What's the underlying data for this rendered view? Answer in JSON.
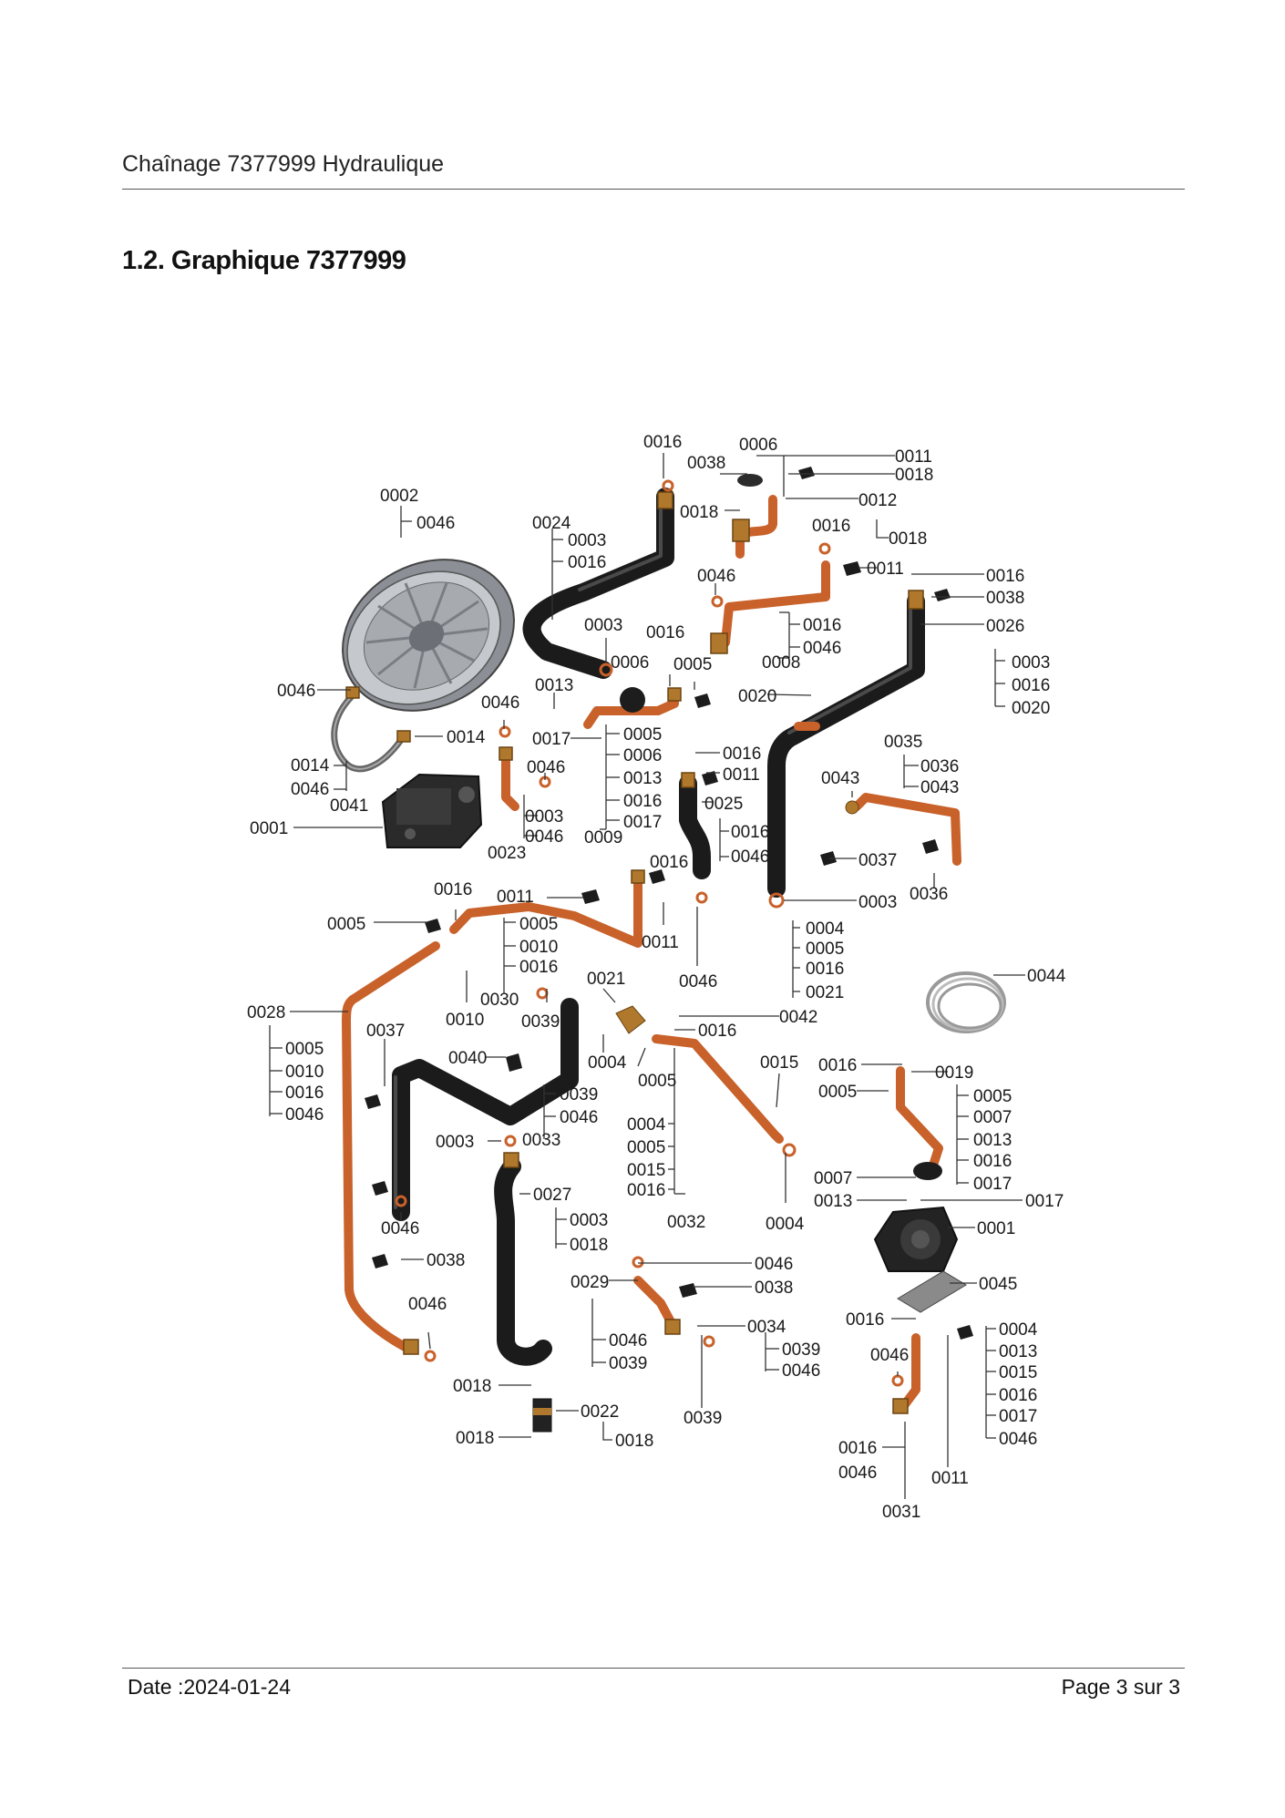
{
  "header": {
    "title": "Chaînage 7377999 Hydraulique"
  },
  "section": {
    "title": "1.2. Graphique 7377999"
  },
  "footer": {
    "date": "Date :2024-01-24",
    "page": "Page 3 sur  3"
  },
  "diagram": {
    "labels": [
      "0016",
      "0006",
      "0038",
      "0018",
      "0011",
      "0012",
      "0018",
      "0018",
      "0016",
      "0011",
      "0016",
      "0038",
      "0026",
      "0003",
      "0016",
      "0020",
      "0002",
      "0046",
      "0024",
      "0003",
      "0016",
      "0046",
      "0016",
      "0046",
      "0008",
      "0003",
      "0006",
      "0016",
      "0005",
      "0020",
      "0013",
      "0046",
      "0046",
      "0014",
      "0017",
      "0005",
      "0006",
      "0013",
      "0016",
      "0017",
      "0009",
      "0016",
      "0011",
      "0025",
      "0016",
      "0046",
      "0014",
      "0046",
      "0041",
      "0046",
      "0003",
      "0046",
      "0023",
      "0001",
      "0035",
      "0036",
      "0043",
      "0043",
      "0037",
      "0036",
      "0003",
      "0016",
      "0005",
      "0011",
      "0005",
      "0010",
      "0016",
      "0030",
      "0010",
      "0039",
      "0016",
      "0011",
      "0046",
      "0004",
      "0005",
      "0016",
      "0021",
      "0042",
      "0044",
      "0028",
      "0005",
      "0010",
      "0016",
      "0046",
      "0037",
      "0040",
      "0021",
      "0004",
      "0016",
      "0005",
      "0015",
      "0016",
      "0019",
      "0005",
      "0039",
      "0046",
      "0033",
      "0003",
      "0004",
      "0005",
      "0015",
      "0016",
      "0032",
      "0004",
      "0005",
      "0007",
      "0013",
      "0016",
      "0017",
      "0007",
      "0013",
      "0017",
      "0001",
      "0046",
      "0027",
      "0003",
      "0018",
      "0038",
      "0046",
      "0046",
      "0029",
      "0038",
      "0045",
      "0016",
      "0034",
      "0046",
      "0039",
      "0039",
      "0046",
      "0046",
      "0004",
      "0013",
      "0015",
      "0016",
      "0017",
      "0046",
      "0018",
      "0022",
      "0018",
      "0018",
      "0039",
      "0016",
      "0046",
      "0011",
      "0031"
    ]
  }
}
